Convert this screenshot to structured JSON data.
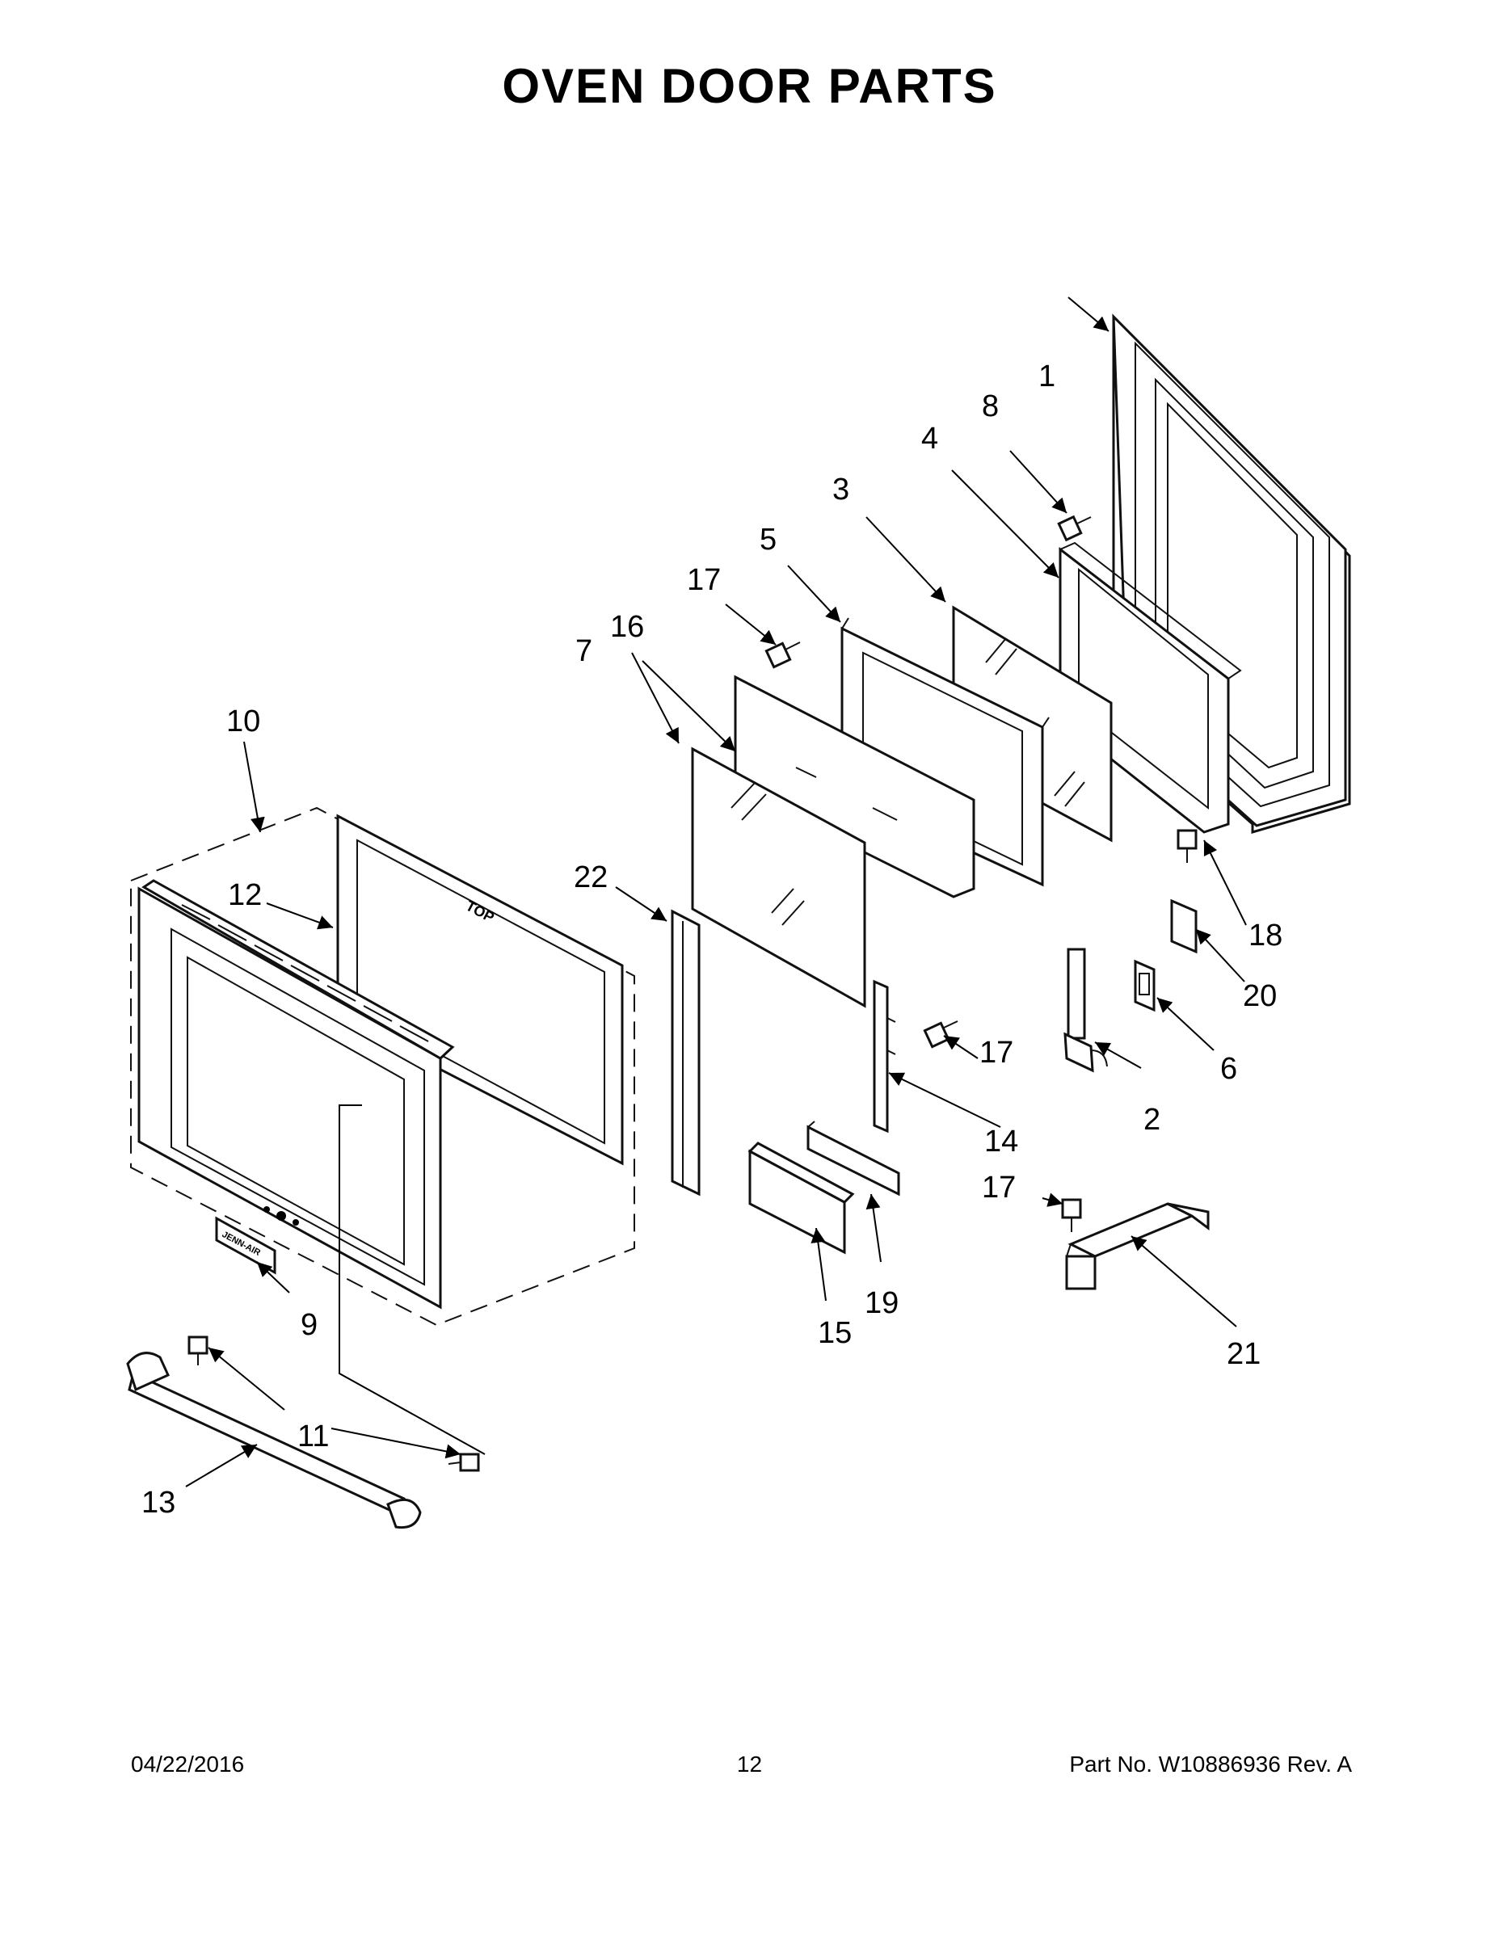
{
  "page": {
    "title": "OVEN DOOR PARTS",
    "date": "04/22/2016",
    "page_number": "12",
    "part_number": "Part No.  W10886936  Rev.  A"
  },
  "diagram": {
    "door_text": "TOP",
    "badge_text": "JENN-AIR",
    "callouts": {
      "c1": "1",
      "c2": "2",
      "c3": "3",
      "c4": "4",
      "c5": "5",
      "c6": "6",
      "c7": "7",
      "c8": "8",
      "c9": "9",
      "c10": "10",
      "c11": "11",
      "c12": "12",
      "c13": "13",
      "c14": "14",
      "c15": "15",
      "c16": "16",
      "c17a": "17",
      "c17b": "17",
      "c17c": "17",
      "c18": "18",
      "c19": "19",
      "c20": "20",
      "c21": "21",
      "c22": "22"
    }
  }
}
